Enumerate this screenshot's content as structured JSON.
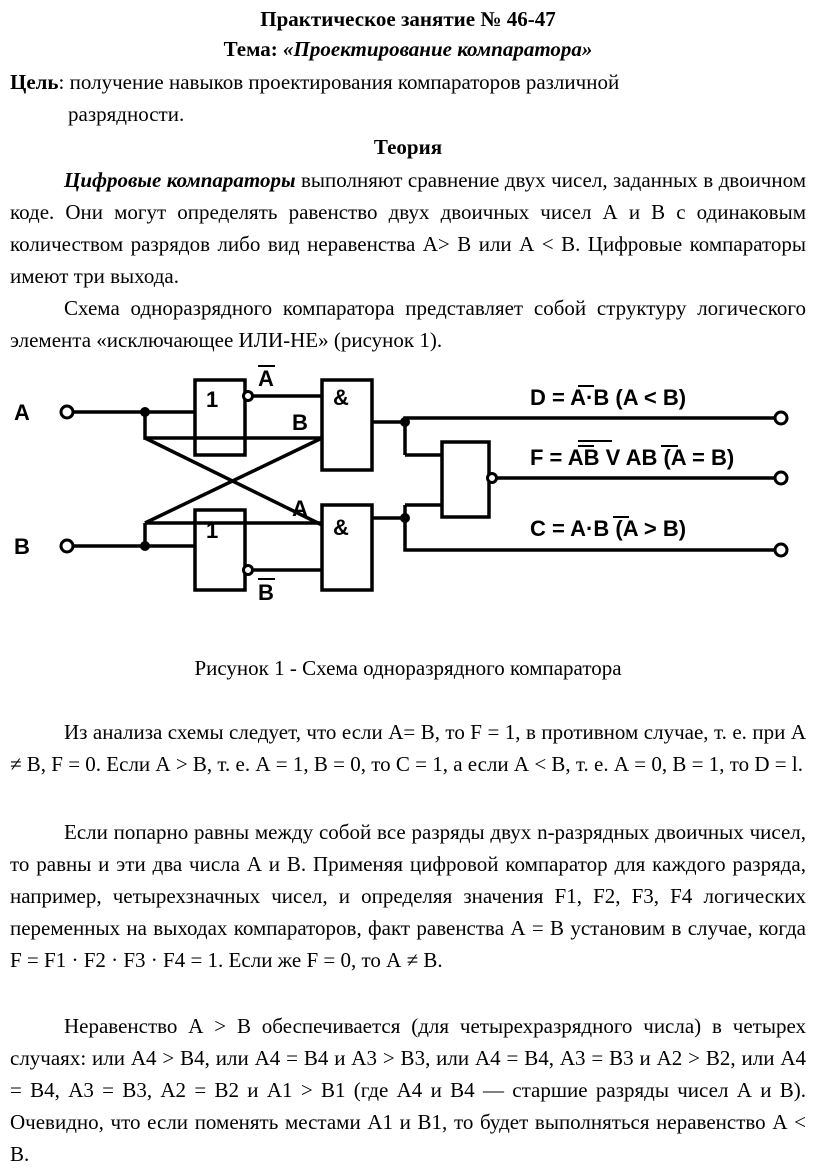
{
  "header": {
    "title": "Практическое занятие № 46-47",
    "topic_label": "Тема:",
    "topic_name": "«Проектирование компаратора»"
  },
  "goal": {
    "label": "Цель",
    "text": ": получение навыков проектирования компараторов различной",
    "text2": "разрядности."
  },
  "theory_heading": "Теория",
  "paragraphs": {
    "p1_term": "Цифровые компараторы",
    "p1_rest": " выполняют сравнение двух чисел, заданных в двоичном коде. Они могут определять равенство двух двоичных чисел А и В с одинаковым количеством разрядов либо вид неравенства А> В или А < В. Цифровые компараторы имеют три выхода.",
    "p2": "Схема одноразрядного компаратора представляет собой структуру логического элемента «исключающее ИЛИ-НЕ» (рисунок 1).",
    "p3": "Из анализа схемы следует, что если А= В, то F = 1, в противном случае, т. е. при А ≠ В, F = 0. Если А > В, т. е. А = 1, В = 0, то С = 1, а если А < В, т. е. А = 0, В = 1, то D = l.",
    "p4": "Если попарно равны между собой все разряды двух n-разрядных двоичных чисел, то равны и эти два числа А и В. Применяя цифровой компаратор для каждого разряда, например, четырехзначных чисел, и определяя значения F1, F2, F3, F4 логических переменных на выходах компараторов, факт равенства А = В установим в случае, когда F = F1 · F2 · F3 · F4 = 1. Если же F = 0, то А ≠ В.",
    "p5": "Неравенство А > В обеспечивается (для четырехразрядного числа) в четырех случаях: или А4 > В4, или А4 = В4 и А3 > В3, или А4 = В4, А3 = В3 и А2 > В2, или А4 = В4, А3 = В3, А2 = В2 и А1 > В1 (где А4 и В4 — старшие разряды чисел А и В). Очевидно, что если поменять местами А1 и В1, то будет выполняться неравенство А < В."
  },
  "figure": {
    "input_a": "A",
    "input_b": "B",
    "not_label": "1",
    "and_label": "&",
    "not_a": "A",
    "not_b": "B",
    "in_b": "B",
    "in_a": "A",
    "out_d_prefix": "D = ",
    "out_d_a": "A",
    "out_d_rest": "·B (A < B)",
    "out_f_prefix": "F = ",
    "out_f_ab1": "AB",
    "out_f_mid": " V A",
    "out_f_b2": "B",
    "out_f_rest": " (A = B)",
    "out_c_prefix": "C = A·",
    "out_c_b": "B",
    "out_c_rest": " (A > B)",
    "caption": "Рисунок 1 - Схема одноразрядного компаратора"
  }
}
